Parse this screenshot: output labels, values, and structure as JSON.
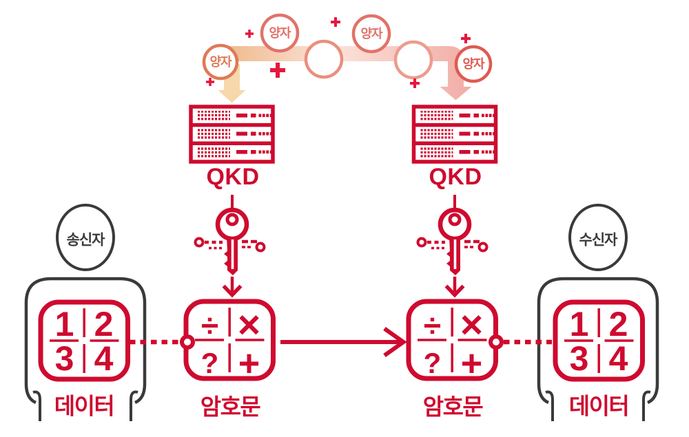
{
  "colors": {
    "primary_red": "#CF0A2F",
    "plus_crimson": "#E5173F",
    "person_outline": "#3A3A3C",
    "band_orange": "#EFB98B",
    "band_pink": "#F2ACA6",
    "left_arrow_peach": "#F7D7AC"
  },
  "quantum_channel": {
    "particles": [
      {
        "label": "양자",
        "color": "#DE7A55"
      },
      {
        "label": "양자",
        "color": "#E2726A"
      },
      {
        "label": "",
        "color": "#EA8F7D"
      },
      {
        "label": "양자",
        "color": "#E2726A"
      },
      {
        "label": "",
        "color": "#EC9C8C"
      },
      {
        "label": "양자",
        "color": "#DF5A50"
      }
    ]
  },
  "qkd": {
    "left_label": "QKD",
    "right_label": "QKD"
  },
  "sender": {
    "role": "송신자",
    "data_cells": [
      "1",
      "2",
      "3",
      "4"
    ],
    "caption": "데이터"
  },
  "receiver": {
    "role": "수신자",
    "data_cells": [
      "1",
      "2",
      "3",
      "4"
    ],
    "caption": "데이터"
  },
  "ciphertext_left": {
    "cells": [
      "÷",
      "×",
      "?",
      "+"
    ],
    "caption": "암호문"
  },
  "ciphertext_right": {
    "cells": [
      "÷",
      "×",
      "?",
      "+"
    ],
    "caption": "암호문"
  }
}
